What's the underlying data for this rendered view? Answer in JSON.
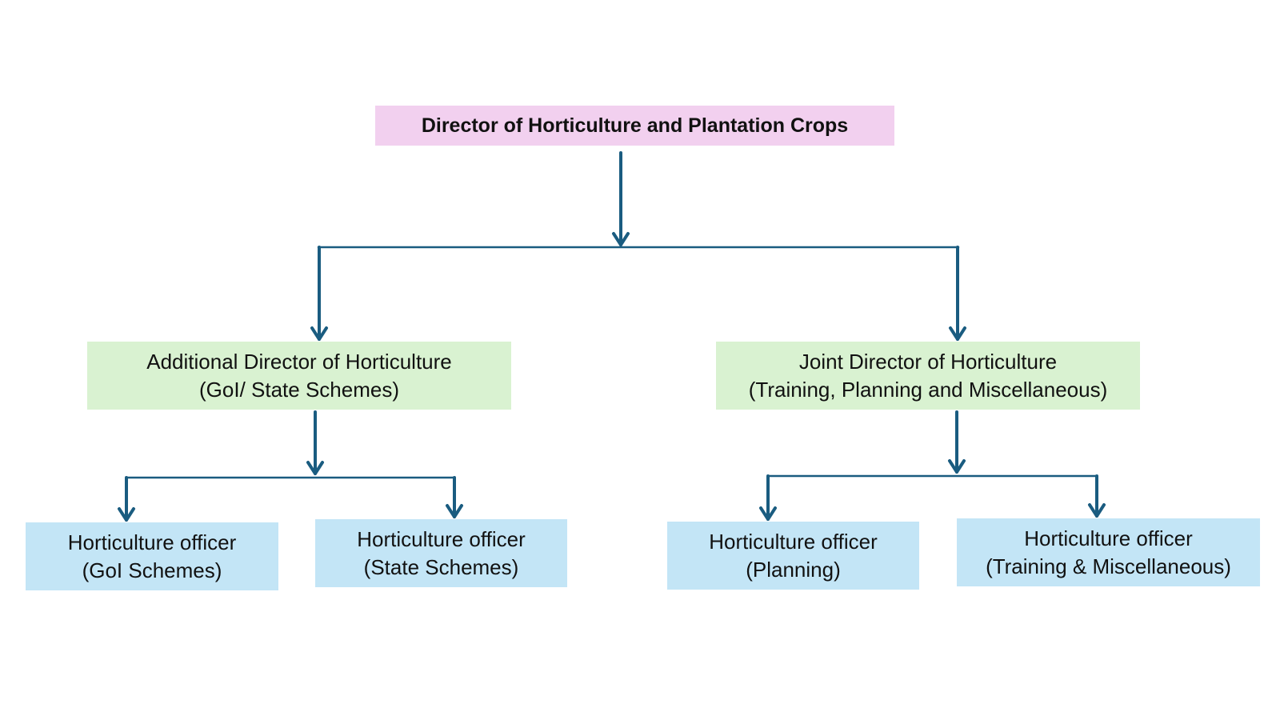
{
  "colors": {
    "connector": "#1a5c80",
    "top_box": "#f2d0ef",
    "level2_box": "#d9f2d1",
    "level3_box": "#c3e5f6",
    "text": "#111111"
  },
  "nodes": {
    "director": {
      "label": "Director of Horticulture and Plantation Crops"
    },
    "additional_director": {
      "line1": "Additional Director of Horticulture",
      "line2": "(GoI/ State Schemes)"
    },
    "joint_director": {
      "line1": "Joint Director of Horticulture",
      "line2": "(Training, Planning and Miscellaneous)"
    },
    "ho_goi": {
      "line1": "Horticulture officer",
      "line2": "(GoI Schemes)"
    },
    "ho_state": {
      "line1": "Horticulture officer",
      "line2": "(State Schemes)"
    },
    "ho_planning": {
      "line1": "Horticulture officer",
      "line2": "(Planning)"
    },
    "ho_training": {
      "line1": "Horticulture officer",
      "line2": "(Training & Miscellaneous)"
    }
  }
}
